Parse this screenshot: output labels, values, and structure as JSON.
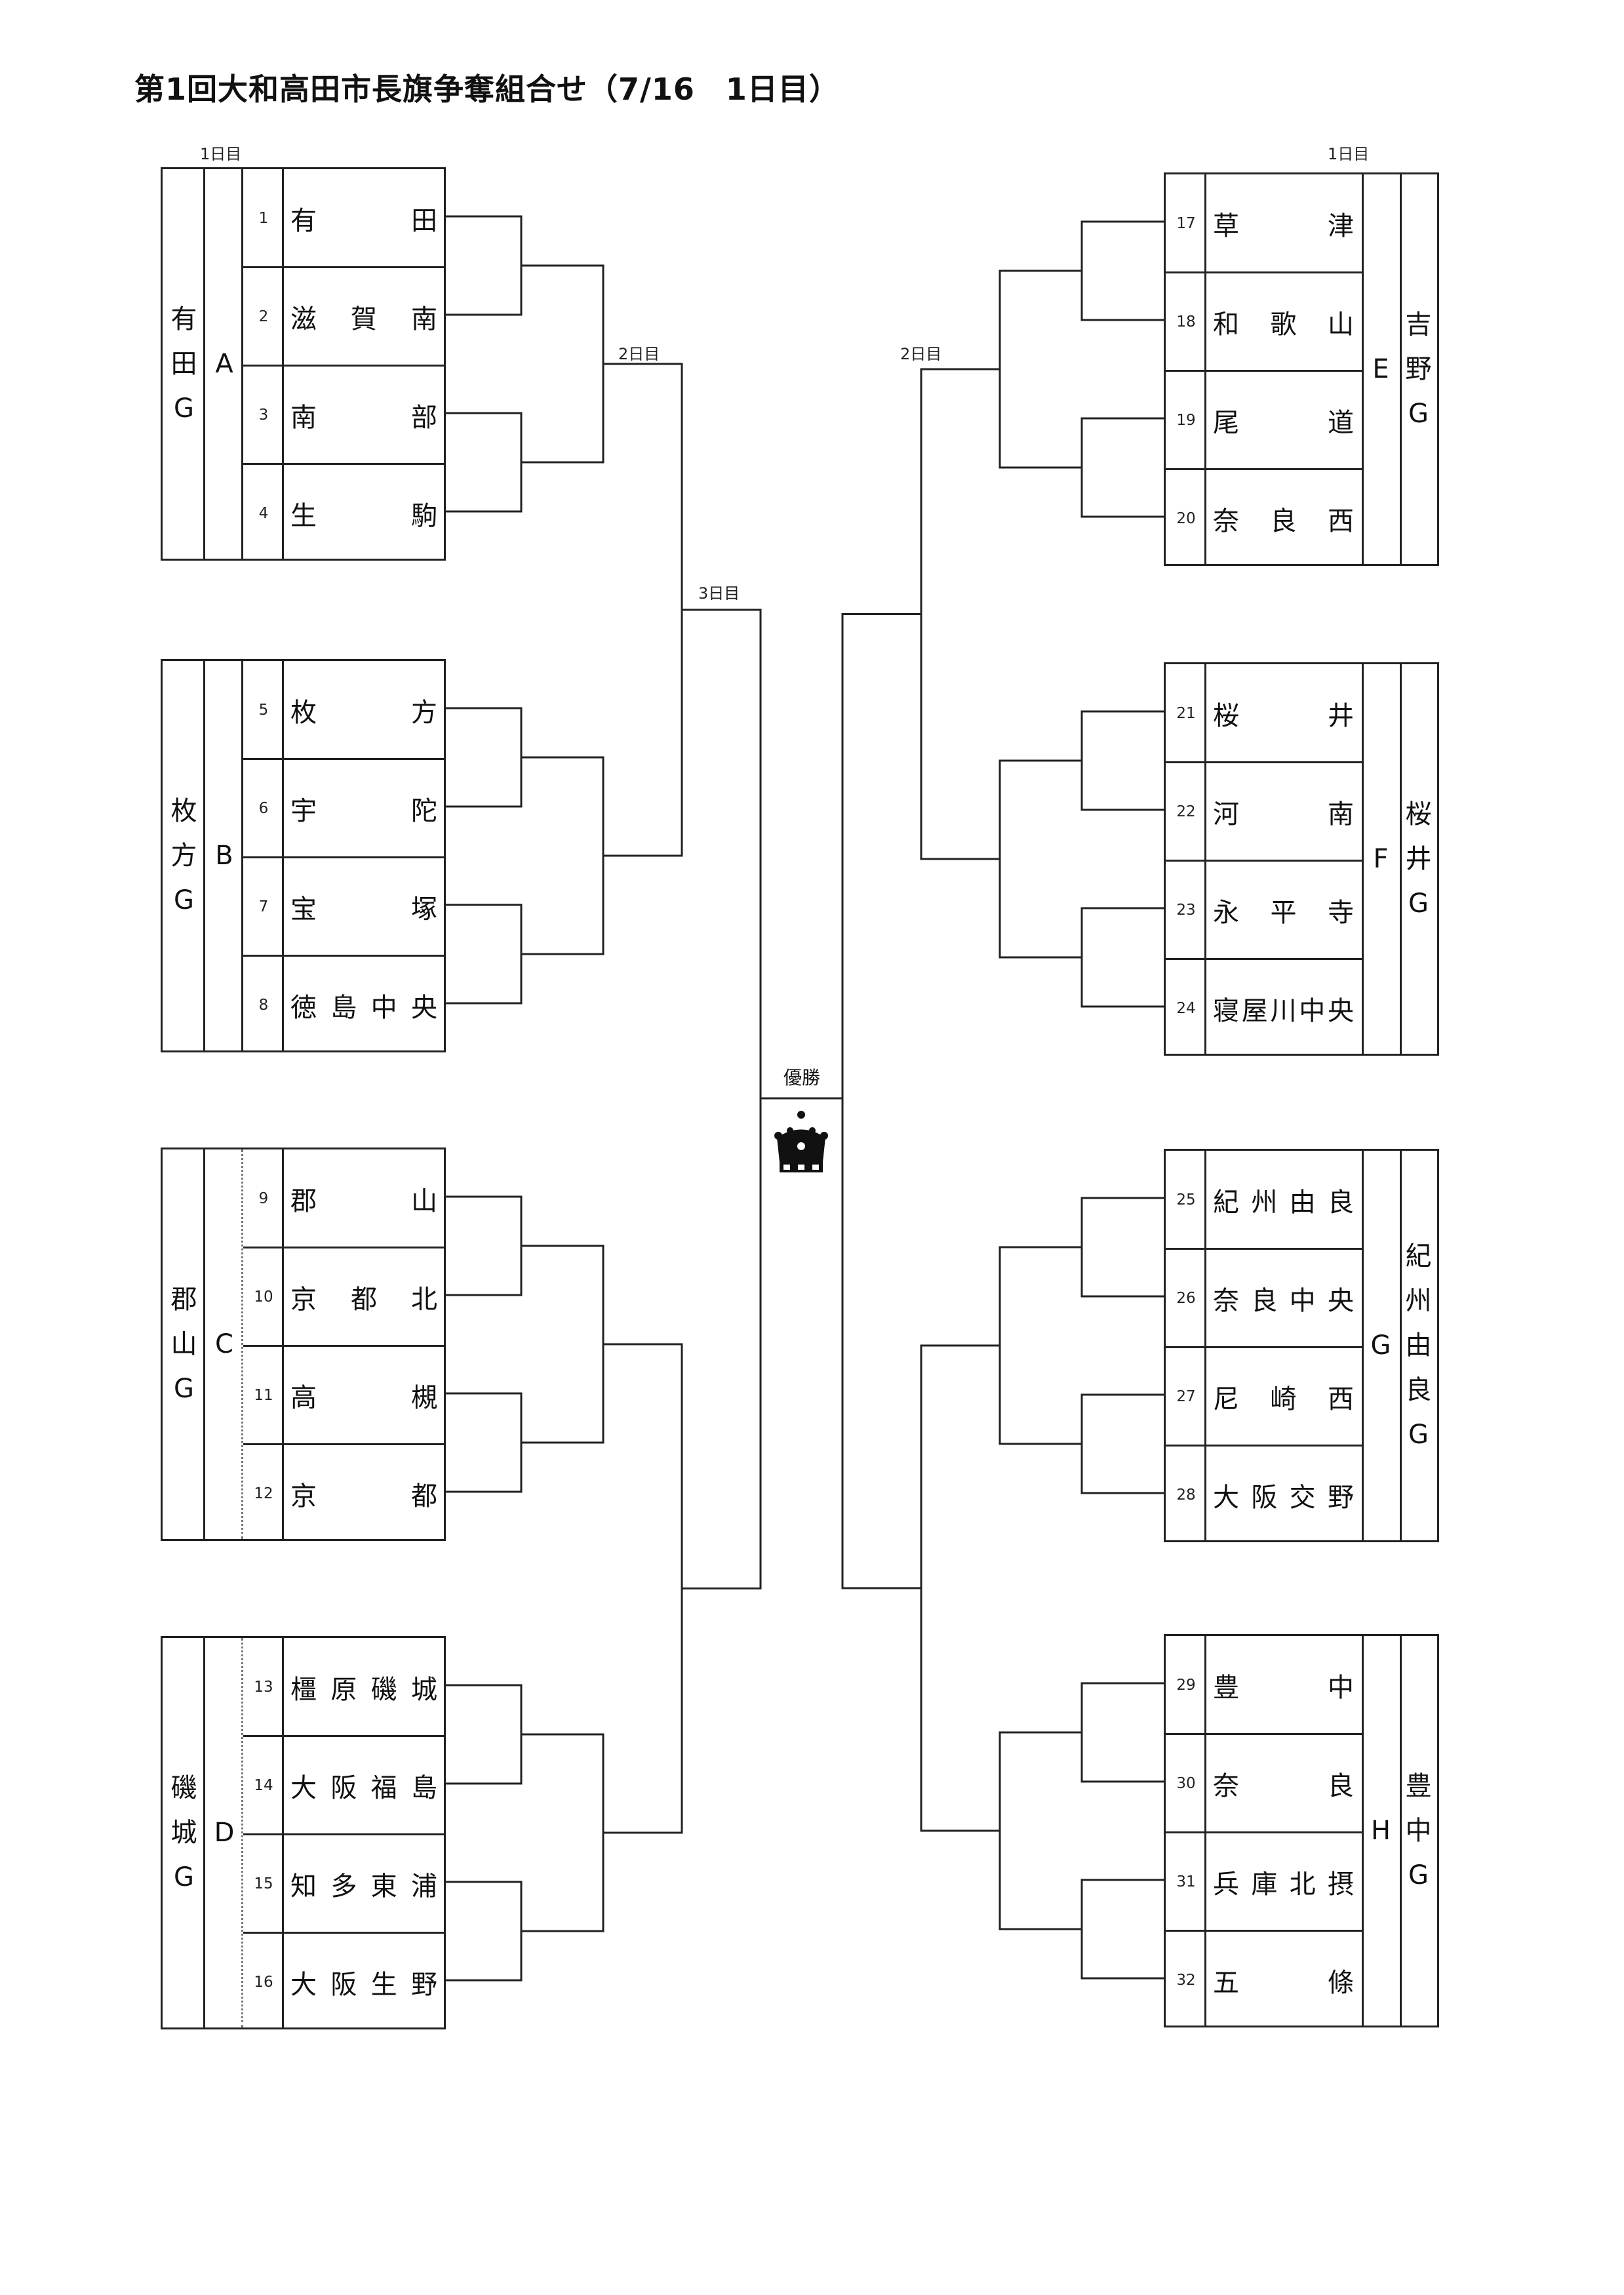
{
  "title": "第1回大和高田市長旗争奪組合せ（7/16　1日目）",
  "day_labels": {
    "day1": "1日目",
    "day2": "2日目",
    "day3": "3日目"
  },
  "champion_label": "優勝",
  "crown_icon": "crown-icon",
  "line_color": "#222222",
  "groups": [
    {
      "id": "A",
      "name": [
        "有",
        "田",
        "G"
      ],
      "side": "left",
      "teams": [
        {
          "num": "1",
          "name": "有田"
        },
        {
          "num": "2",
          "name": "滋賀南"
        },
        {
          "num": "3",
          "name": "南部"
        },
        {
          "num": "4",
          "name": "生駒"
        }
      ]
    },
    {
      "id": "B",
      "name": [
        "枚",
        "方",
        "G"
      ],
      "side": "left",
      "teams": [
        {
          "num": "5",
          "name": "枚方"
        },
        {
          "num": "6",
          "name": "宇陀"
        },
        {
          "num": "7",
          "name": "宝塚"
        },
        {
          "num": "8",
          "name": "徳島中央"
        }
      ]
    },
    {
      "id": "C",
      "name": [
        "郡",
        "山",
        "G"
      ],
      "side": "left",
      "teams": [
        {
          "num": "9",
          "name": "郡山"
        },
        {
          "num": "10",
          "name": "京都北"
        },
        {
          "num": "11",
          "name": "高槻"
        },
        {
          "num": "12",
          "name": "京都"
        }
      ]
    },
    {
      "id": "D",
      "name": [
        "磯",
        "城",
        "G"
      ],
      "side": "left",
      "teams": [
        {
          "num": "13",
          "name": "橿原磯城"
        },
        {
          "num": "14",
          "name": "大阪福島"
        },
        {
          "num": "15",
          "name": "知多東浦"
        },
        {
          "num": "16",
          "name": "大阪生野"
        }
      ]
    },
    {
      "id": "E",
      "name": [
        "吉",
        "野",
        "G"
      ],
      "side": "right",
      "teams": [
        {
          "num": "17",
          "name": "草津"
        },
        {
          "num": "18",
          "name": "和歌山"
        },
        {
          "num": "19",
          "name": "尾道"
        },
        {
          "num": "20",
          "name": "奈良西"
        }
      ]
    },
    {
      "id": "F",
      "name": [
        "桜",
        "井",
        "G"
      ],
      "side": "right",
      "teams": [
        {
          "num": "21",
          "name": "桜井"
        },
        {
          "num": "22",
          "name": "河南"
        },
        {
          "num": "23",
          "name": "永平寺"
        },
        {
          "num": "24",
          "name": "寝屋川中央"
        }
      ]
    },
    {
      "id": "G",
      "name": [
        "紀",
        "州",
        "由",
        "良",
        "G"
      ],
      "side": "right",
      "teams": [
        {
          "num": "25",
          "name": "紀州由良"
        },
        {
          "num": "26",
          "name": "奈良中央"
        },
        {
          "num": "27",
          "name": "尼崎西"
        },
        {
          "num": "28",
          "name": "大阪交野"
        }
      ]
    },
    {
      "id": "H",
      "name": [
        "豊",
        "中",
        "G"
      ],
      "side": "right",
      "teams": [
        {
          "num": "29",
          "name": "豊中"
        },
        {
          "num": "30",
          "name": "奈良"
        },
        {
          "num": "31",
          "name": "兵庫北摂"
        },
        {
          "num": "32",
          "name": "五條"
        }
      ]
    }
  ]
}
